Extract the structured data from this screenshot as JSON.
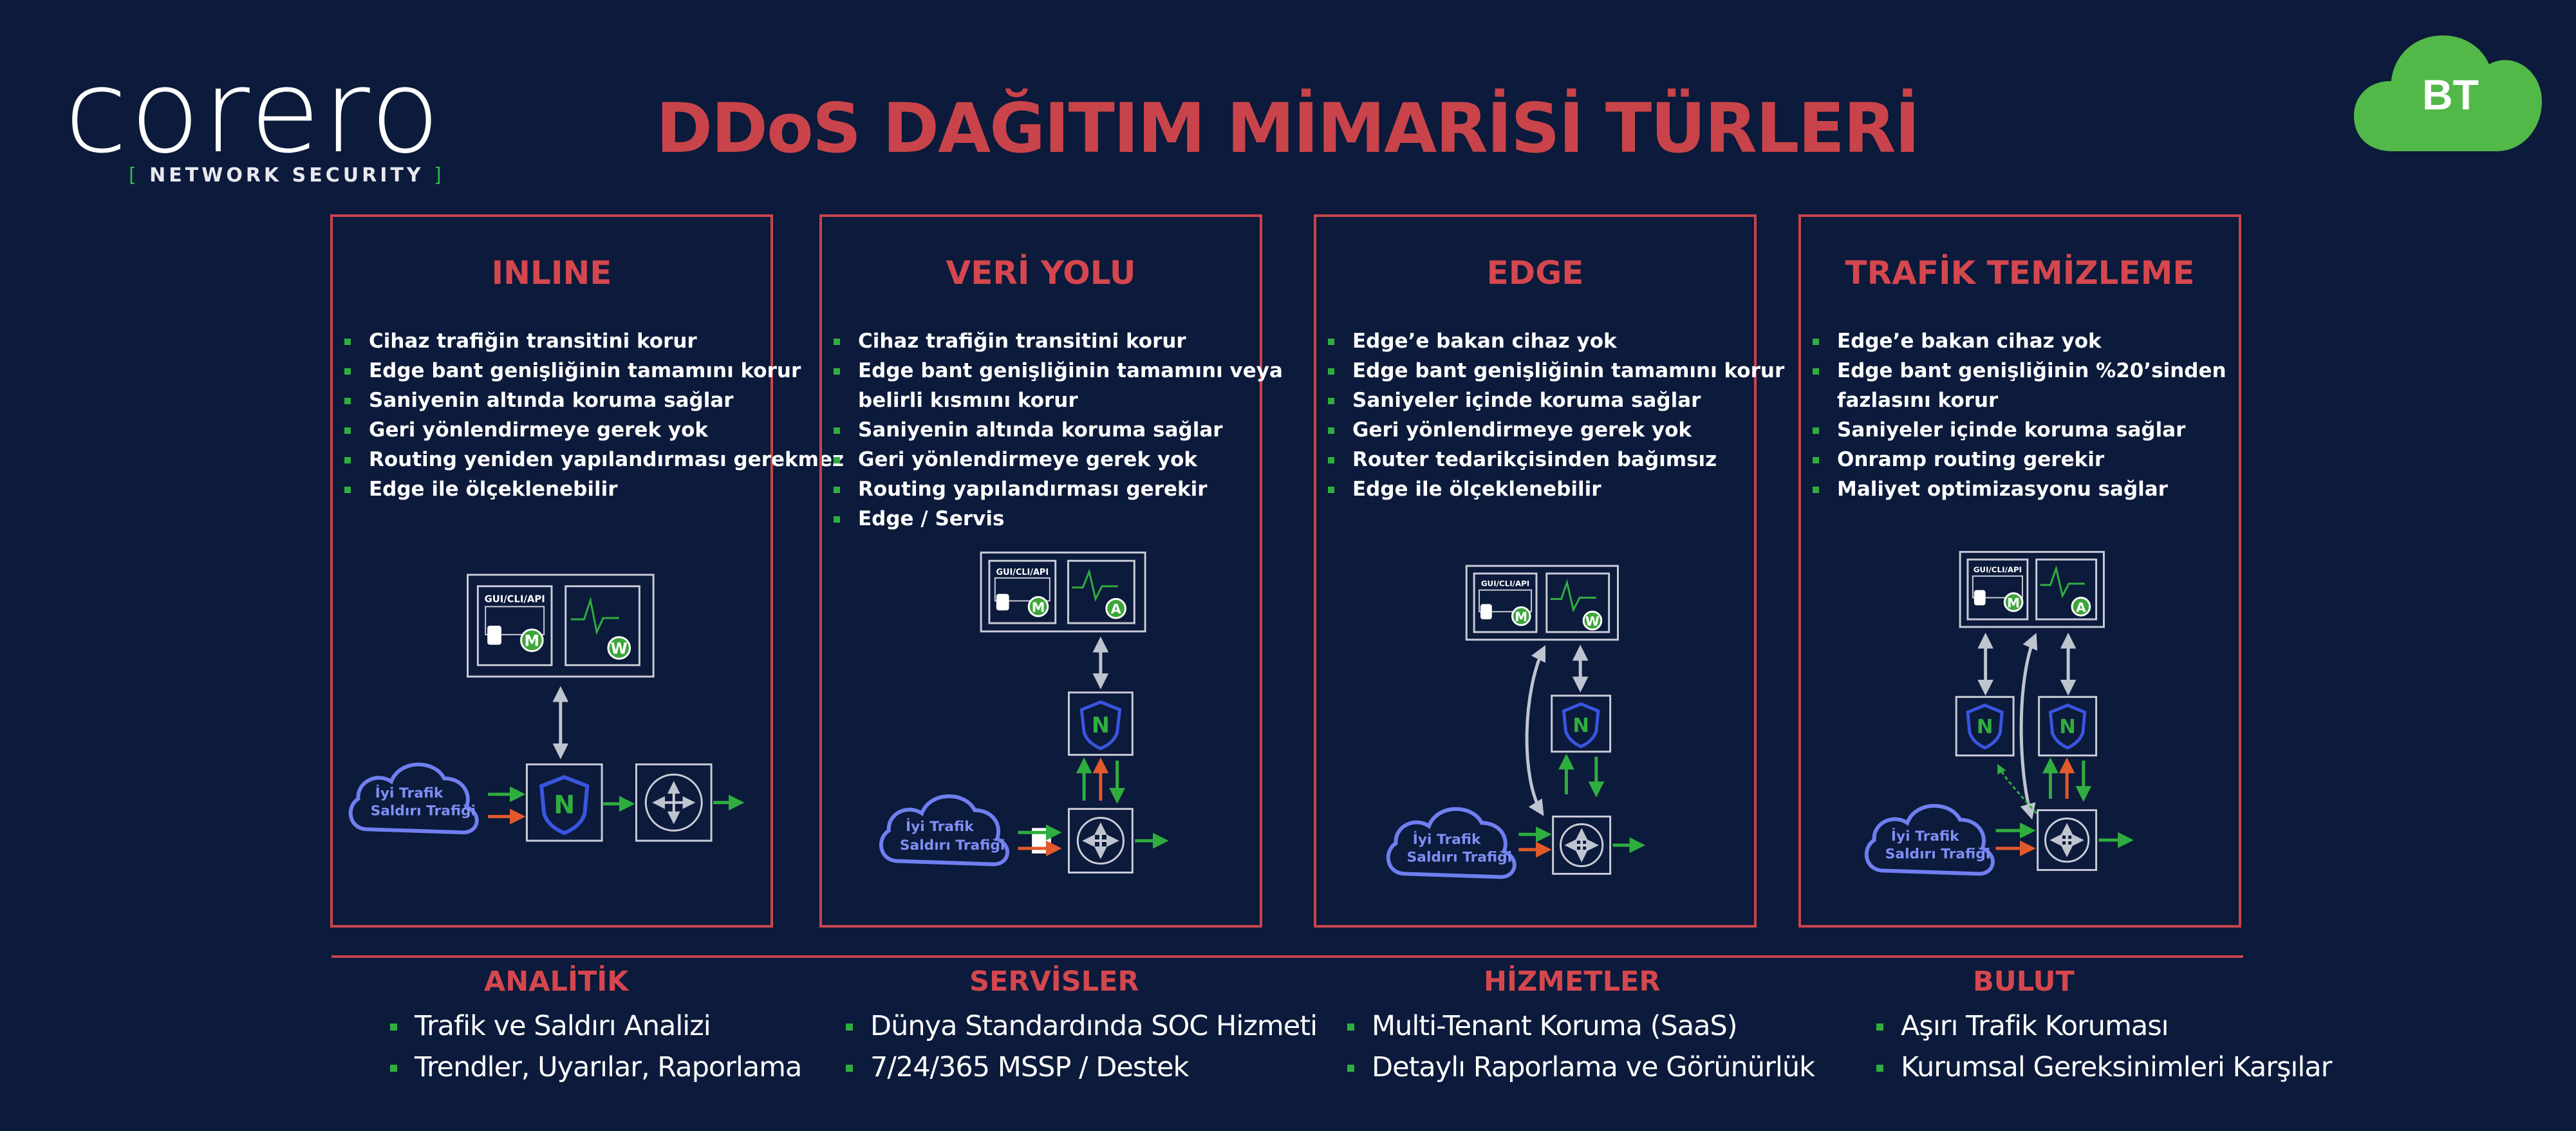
{
  "brand": {
    "name": "corero",
    "subtitle_open": "[",
    "subtitle": "NETWORK SECURITY",
    "subtitle_close": "]"
  },
  "title": "DDoS DAĞITIM MİMARİSİ TÜRLERİ",
  "badge": {
    "text": "BT",
    "color": "#52b848"
  },
  "colors": {
    "background": "#0c1a3b",
    "accent_red": "#c9444a",
    "bullet_green": "#2fae3f",
    "cloud_blue": "#6f7ff0"
  },
  "panels": [
    {
      "title": "INLINE",
      "features": [
        "Cihaz trafiğin transitini korur",
        "Edge bant genişliğinin tamamını korur",
        "Saniyenin altında koruma sağlar",
        "Geri yönlendirmeye gerek yok",
        "Routing yeniden yapılandırması gerekmez",
        "Edge ile ölçeklenebilir"
      ],
      "diagram": {
        "console_label": "GUI/CLI/API",
        "m": "M",
        "w": "W",
        "n": "N",
        "cloud_line1": "İyi Trafik",
        "cloud_line2": "Saldırı Trafiği"
      }
    },
    {
      "title": "VERİ YOLU",
      "features": [
        "Cihaz trafiğin transitini korur",
        "Edge bant genişliğinin tamamını veya",
        "belirli kısmını korur",
        "Saniyenin altında koruma sağlar",
        "Geri yönlendirmeye gerek yok",
        "Routing yapılandırması gerekir",
        "Edge / Servis"
      ],
      "diagram": {
        "console_label": "GUI/CLI/API",
        "m": "M",
        "a": "A",
        "n": "N",
        "cloud_line1": "İyi Trafik",
        "cloud_line2": "Saldırı Trafiği"
      }
    },
    {
      "title": "EDGE",
      "features": [
        "Edge’e bakan cihaz yok",
        "Edge bant genişliğinin tamamını korur",
        "Saniyeler içinde koruma sağlar",
        "Geri yönlendirmeye gerek yok",
        "Router tedarikçisinden bağımsız",
        "Edge ile ölçeklenebilir"
      ],
      "diagram": {
        "console_label": "GUI/CLI/API",
        "m": "M",
        "w": "W",
        "n": "N",
        "cloud_line1": "İyi Trafik",
        "cloud_line2": "Saldırı Trafiği"
      }
    },
    {
      "title": "TRAFİK TEMİZLEME",
      "features": [
        "Edge’e bakan cihaz yok",
        "Edge bant genişliğinin %20’sinden",
        "fazlasını korur",
        "Saniyeler içinde koruma sağlar",
        "Onramp routing gerekir",
        "Maliyet optimizasyonu sağlar"
      ],
      "diagram": {
        "console_label": "GUI/CLI/API",
        "m": "M",
        "a": "A",
        "n": "N",
        "cloud_line1": "İyi Trafik",
        "cloud_line2": "Saldırı Trafiği"
      }
    }
  ],
  "services": [
    {
      "title": "ANALİTİK",
      "items": [
        "Trafik ve Saldırı Analizi",
        "Trendler, Uyarılar, Raporlama"
      ]
    },
    {
      "title": "SERVİSLER",
      "items": [
        "Dünya Standardında SOC Hizmeti",
        "7/24/365 MSSP / Destek"
      ]
    },
    {
      "title": "HİZMETLER",
      "items": [
        "Multi-Tenant Koruma (SaaS)",
        "Detaylı Raporlama ve Görünürlük"
      ]
    },
    {
      "title": "BULUT",
      "items": [
        "Aşırı Trafik Koruması",
        "Kurumsal Gereksinimleri Karşılar"
      ]
    }
  ]
}
